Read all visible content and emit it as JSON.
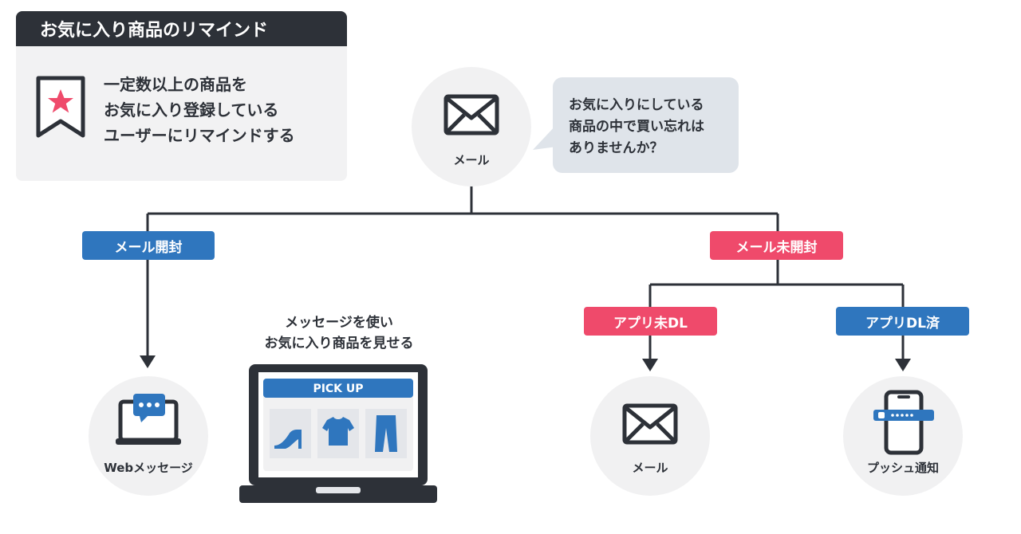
{
  "colors": {
    "dark": "#2d3138",
    "blue": "#2f76be",
    "pink": "#ef4a6b",
    "light_gray": "#f1f1f2",
    "bubble": "#dfe4ea"
  },
  "info": {
    "title": "お気に入り商品のリマインド",
    "lines": [
      "一定数以上の商品を",
      "お気に入り登録している",
      "ユーザーにリマインドする"
    ],
    "icon": "bookmark-star-icon"
  },
  "top_node": {
    "label": "メール",
    "icon": "mail-icon"
  },
  "bubble": {
    "lines": [
      "お気に入りにしている",
      "商品の中で買い忘れは",
      "ありませんか？"
    ]
  },
  "tags": {
    "opened": "メール開封",
    "unopened": "メール未開封",
    "app_not_dl": "アプリ未DL",
    "app_dl": "アプリDL済"
  },
  "caption": {
    "lines": [
      "メッセージを使い",
      "お気に入り商品を見せる"
    ]
  },
  "laptop": {
    "banner": "PICK UP",
    "items": [
      "shoe-icon",
      "tshirt-icon",
      "pants-icon"
    ]
  },
  "leaves": {
    "web": {
      "label": "Webメッセージ",
      "icon": "web-message-icon"
    },
    "mail": {
      "label": "メール",
      "icon": "mail-icon"
    },
    "push": {
      "label": "プッシュ通知",
      "icon": "smartphone-notification-icon"
    }
  }
}
